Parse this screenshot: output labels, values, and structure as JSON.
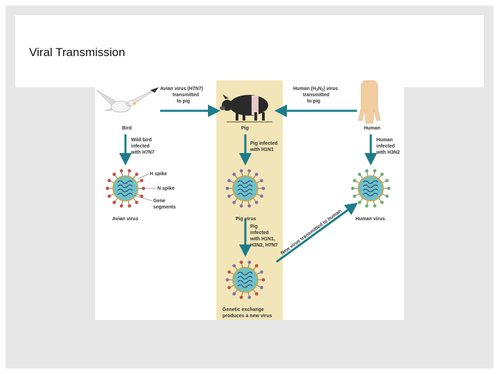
{
  "slide": {
    "title": "Viral Transmission"
  },
  "figure": {
    "labels": {
      "bird": "Bird",
      "pig": "Pig",
      "human": "Human",
      "avian_to_pig": [
        "Avian virus (H7N7)",
        "transmitted",
        "to pig"
      ],
      "human_to_pig_line1": "Human (H",
      "human_to_pig_sub1": "3",
      "human_to_pig_mid": "N",
      "human_to_pig_sub2": "2",
      "human_to_pig_end": ") virus",
      "human_to_pig": [
        "transmitted",
        "to pig"
      ],
      "wild_bird": [
        "Wild bird",
        "infected",
        "with H7N7"
      ],
      "pig_infected": [
        "Pig infected",
        "with H1N1"
      ],
      "human_infected": [
        "Human",
        "infected",
        "with H3N2"
      ],
      "h_spike": "H spike",
      "n_spike": "N spike",
      "gene_segments": [
        "Gene",
        "segments"
      ],
      "avian_virus": "Avian virus",
      "pig_virus": "Pig virus",
      "human_virus": "Human virus",
      "pig_multi": [
        "Pig",
        "infected",
        "with H1N1,",
        "H3N2, H7N7"
      ],
      "new_virus": "New virus transmitted to human",
      "genetic_exchange": [
        "Genetic exchange",
        "produces a new virus"
      ]
    },
    "colors": {
      "pig_band": "#f2e6b8",
      "arrow": "#1c7c8c",
      "virus_body": "#6fc0c8",
      "h_spike": "#c94f3e",
      "n_spike_pig": "#8a6fa8",
      "n_spike_human": "#6ab06a"
    }
  }
}
